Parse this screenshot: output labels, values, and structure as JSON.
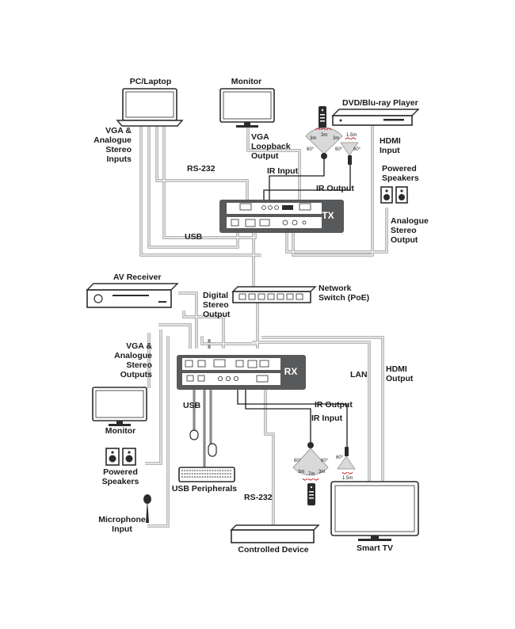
{
  "labels": {
    "pc_laptop": "PC/Laptop",
    "monitor_top": "Monitor",
    "dvd_player": "DVD/Blu-ray Player",
    "vga_inputs": [
      "VGA &",
      "Analogue",
      "Stereo",
      "Inputs"
    ],
    "vga_loopback": [
      "VGA",
      "Loopback",
      "Output"
    ],
    "hdmi_input": [
      "HDMI",
      "Input"
    ],
    "rs232_top": "RS-232",
    "ir_input_top": "IR Input",
    "ir_output_top": "IR Output",
    "powered_speakers_top": [
      "Powered",
      "Speakers"
    ],
    "analogue_stereo_output": [
      "Analogue",
      "Stereo",
      "Output"
    ],
    "usb_top": "USB",
    "tx": "TX",
    "av_receiver": "AV Receiver",
    "digital_stereo_output": [
      "Digital",
      "Stereo",
      "Output"
    ],
    "network_switch": [
      "Network",
      "Switch (PoE)"
    ],
    "vga_outputs": [
      "VGA &",
      "Analogue",
      "Stereo",
      "Outputs"
    ],
    "rx": "RX",
    "lan": "LAN",
    "hdmi_output": [
      "HDMI",
      "Output"
    ],
    "usb_bottom": "USB",
    "monitor_bottom": "Monitor",
    "ir_output_bottom": "IR Output",
    "ir_input_bottom": "IR Input",
    "powered_speakers_bottom": [
      "Powered",
      "Speakers"
    ],
    "usb_peripherals": "USB Peripherals",
    "rs232_bottom": "RS-232",
    "microphone_input": [
      "Microphone",
      "Input"
    ],
    "controlled_device": "Controlled Device",
    "smart_tv": "Smart TV"
  },
  "ir_specs": {
    "top_receiver": [
      "3m",
      "3m",
      "3m",
      "60°",
      "60°"
    ],
    "top_emitter": [
      "1.5m",
      "60°"
    ],
    "bottom_receiver": [
      "60°",
      "60°",
      "3m",
      "7m",
      "3m"
    ],
    "bottom_emitter": [
      "60°",
      "1.5m"
    ]
  }
}
